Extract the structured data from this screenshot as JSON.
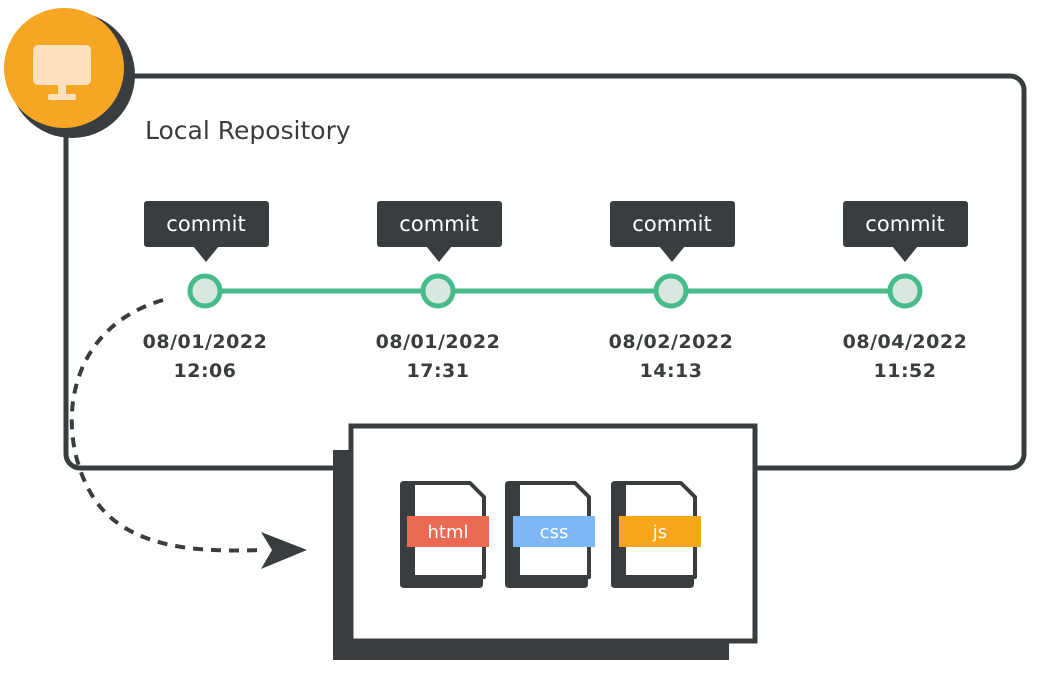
{
  "repository": {
    "title": "Local Repository",
    "icon": "monitor-icon",
    "badge_color": "#f5a623",
    "accent_color": "#48bb8a"
  },
  "commits": [
    {
      "label": "commit",
      "date": "08/01/2022",
      "time": "12:06"
    },
    {
      "label": "commit",
      "date": "08/01/2022",
      "time": "17:31"
    },
    {
      "label": "commit",
      "date": "08/02/2022",
      "time": "14:13"
    },
    {
      "label": "commit",
      "date": "08/04/2022",
      "time": "11:52"
    }
  ],
  "files": [
    {
      "label": "html",
      "icon": "file-icon",
      "color": "#ea6a53"
    },
    {
      "label": "css",
      "icon": "file-icon",
      "color": "#7db8f5"
    },
    {
      "label": "js",
      "icon": "file-icon",
      "color": "#f7a51c"
    }
  ]
}
